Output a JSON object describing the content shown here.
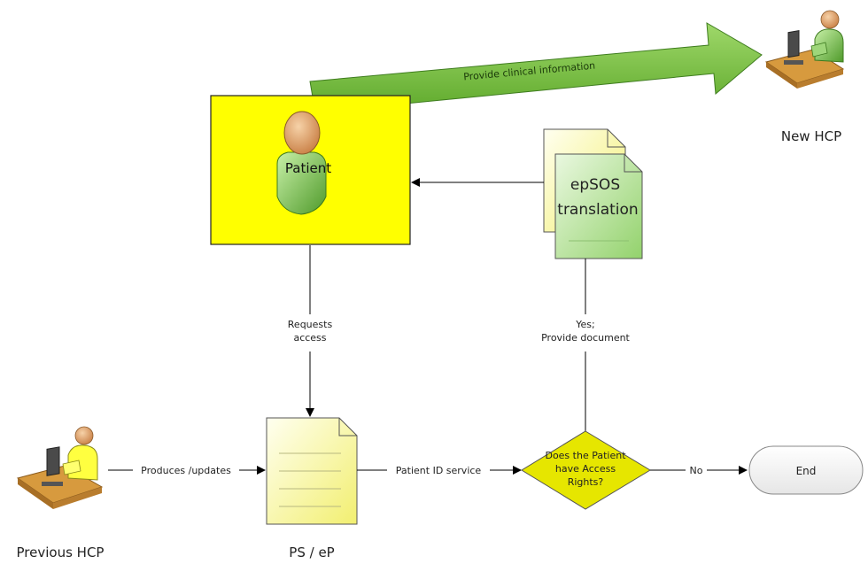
{
  "nodes": {
    "new_hcp": "New HCP",
    "patient": "Patient",
    "translation_line1": "epSOS",
    "translation_line2": "translation",
    "previous_hcp": "Previous HCP",
    "ps_ep": "PS / eP",
    "decision_line1": "Does the Patient",
    "decision_line2": "have Access",
    "decision_line3": "Rights?",
    "end": "End"
  },
  "edges": {
    "provide_clinical": "Provide clinical information",
    "requests_line1": "Requests",
    "requests_line2": "access",
    "yes_line1": "Yes;",
    "yes_line2": "Provide document",
    "produces": "Produces /updates",
    "patient_id": "Patient ID service",
    "no": "No"
  },
  "colors": {
    "patient_box": "#ffff00",
    "document_yellow": "#fdfcae",
    "document_green": "#b9e6a0",
    "arrow_green": "#79c043",
    "person_green": "#8fd16f",
    "decision_fill": "#e6e600"
  },
  "icons": [
    "person-icon",
    "computer-workstation-icon",
    "document-icon"
  ]
}
